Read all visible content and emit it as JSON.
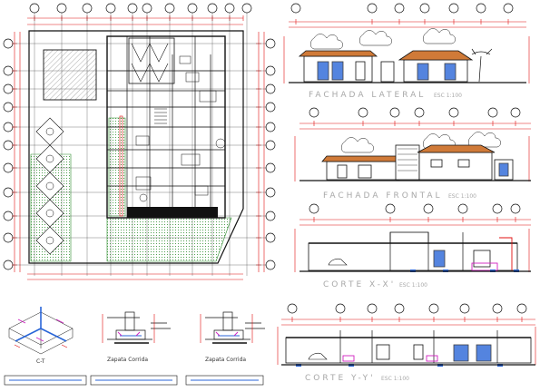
{
  "sheet": {
    "background": "#ffffff",
    "colors": {
      "dimension": "#e01010",
      "line": "#111111",
      "label": "#a8a8a8",
      "hatch": "#2a8a2a",
      "glass": "#2a66d8",
      "roof": "#d07a38",
      "magenta": "#d020c0"
    }
  },
  "drawings": {
    "fachada_lateral": {
      "title": "FACHADA LATERAL",
      "scale": "ESC 1:100"
    },
    "fachada_frontal": {
      "title": "FACHADA FRONTAL",
      "scale": "ESC 1:100"
    },
    "corte_xx": {
      "title": "CORTE X-X'",
      "scale": "ESC 1:100"
    },
    "corte_yy": {
      "title": "CORTE Y-Y'",
      "scale": "ESC 1:100"
    },
    "axon_detail": {
      "title": "C-T"
    },
    "zapata_1": {
      "title": "Zapata Corrida"
    },
    "zapata_2": {
      "title": "Zapata Corrida"
    }
  }
}
